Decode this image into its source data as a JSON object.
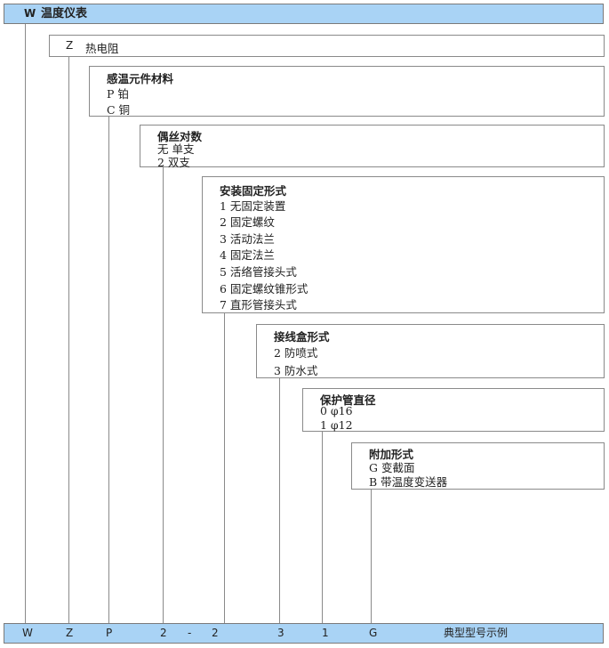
{
  "header": {
    "code": "W",
    "title": "温度仪表"
  },
  "level_z": {
    "code": "Z",
    "title": "热电阻"
  },
  "sections": [
    {
      "title": "感温元件材料",
      "items": [
        "P 铂",
        "C 铜"
      ]
    },
    {
      "title": "偶丝对数",
      "items": [
        "无 单支",
        "2 双支"
      ]
    },
    {
      "title": "安装固定形式",
      "items": [
        "1 无固定装置",
        "2 固定螺纹",
        "3 活动法兰",
        "4 固定法兰",
        "5 活络管接头式",
        "6 固定螺纹锥形式",
        "7 直形管接头式"
      ]
    },
    {
      "title": "接线盒形式",
      "items": [
        "2 防喷式",
        "3 防水式"
      ]
    },
    {
      "title": "保护管直径",
      "items": [
        "0 φ16",
        "1 φ12"
      ]
    },
    {
      "title": "附加形式",
      "items": [
        "G 变截面",
        "B 带温度变送器"
      ]
    }
  ],
  "example": {
    "codes": [
      "W",
      "Z",
      "P",
      "2",
      "-",
      "2",
      "3",
      "1",
      "G"
    ],
    "label": "典型型号示例"
  },
  "colors": {
    "bar_fill": "#a9d3f5",
    "line": "#8a8a8a"
  }
}
